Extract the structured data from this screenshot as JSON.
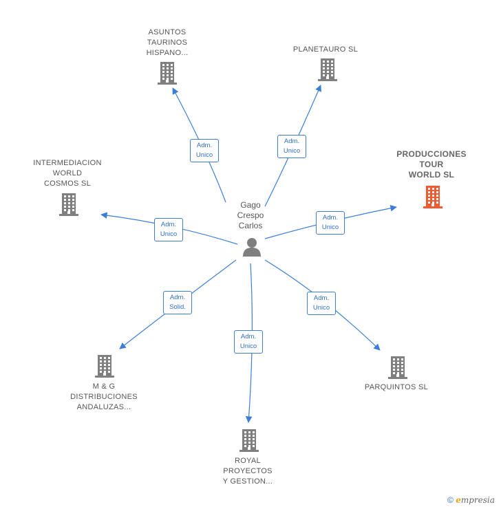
{
  "colors": {
    "edge": "#3b7dd8",
    "node": "#7f7f7f",
    "highlight": "#f05a30"
  },
  "person": {
    "name": "Gago\nCrespo\nCarlos",
    "icon": "person-icon"
  },
  "companies": [
    {
      "id": "asuntos",
      "label": "ASUNTOS\nTAURINOS\nHISPANO...",
      "role": "Adm.\nUnico",
      "highlight": false
    },
    {
      "id": "planetauro",
      "label": "PLANETAURO SL",
      "role": "Adm.\nUnico",
      "highlight": false
    },
    {
      "id": "producciones",
      "label": "PRODUCCIONES\nTOUR\nWORLD  SL",
      "role": "Adm.\nUnico",
      "highlight": true
    },
    {
      "id": "intermediacion",
      "label": "INTERMEDIACION\nWORLD\nCOSMOS  SL",
      "role": "Adm.\nUnico",
      "highlight": false
    },
    {
      "id": "mg",
      "label": "M & G\nDISTRIBUCIONES\nANDALUZAS...",
      "role": "Adm.\nSolid.",
      "highlight": false
    },
    {
      "id": "royal",
      "label": "ROYAL\nPROYECTOS\nY GESTION...",
      "role": "Adm.\nUnico",
      "highlight": false
    },
    {
      "id": "parquintos",
      "label": "PARQUINTOS SL",
      "role": "Adm.\nUnico",
      "highlight": false
    }
  ],
  "footer": {
    "copyright": "©",
    "brand_e": "e",
    "brand_rest": "mpresia"
  }
}
